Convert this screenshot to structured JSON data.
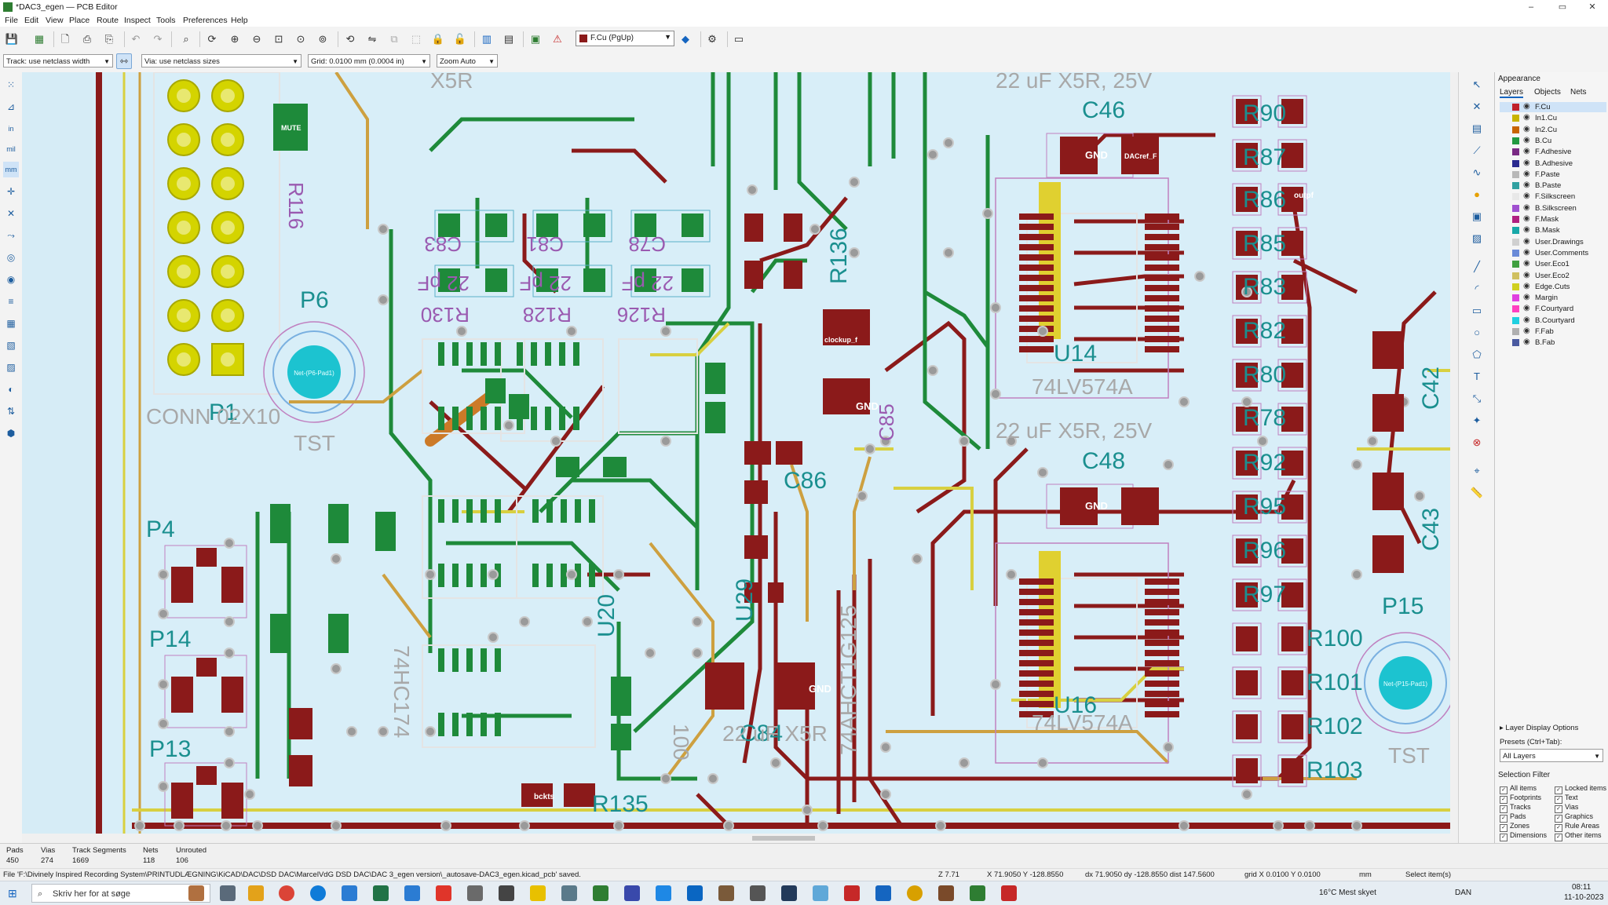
{
  "window": {
    "title": "*DAC3_egen — PCB Editor",
    "minimize": "–",
    "maximize": "▭",
    "close": "✕"
  },
  "menu": [
    "File",
    "Edit",
    "View",
    "Place",
    "Route",
    "Inspect",
    "Tools",
    "Preferences",
    "Help"
  ],
  "toolbar": {
    "active_layer": "F.Cu (PgUp)",
    "track_width": "Track: use netclass width",
    "via_size": "Via: use netclass sizes",
    "grid": "Grid: 0.0100 mm (0.0004 in)",
    "zoom": "Zoom Auto"
  },
  "left_tools": {
    "mm_label": "mm",
    "mil_label": "mil",
    "in_label": "in"
  },
  "board": {
    "silk_labels": [
      "C46",
      "C48",
      "R90",
      "R87",
      "R86",
      "R85",
      "R83",
      "R82",
      "R80",
      "R78",
      "R92",
      "R95",
      "R96",
      "R97",
      "R100",
      "R101",
      "R102",
      "R103",
      "P15",
      "P6",
      "P4",
      "P14",
      "P13",
      "P1",
      "U14",
      "U16",
      "R135",
      "C84",
      "C86",
      "U29",
      "U20",
      "R136",
      "C42",
      "C43",
      "TST",
      "TST"
    ],
    "fab_labels": [
      "74LV574A",
      "74LV574A",
      "22 uF X5R, 25V",
      "22 uF X5R, 25V",
      "CONN 02X10",
      "74AHCT1G125",
      "74HC174",
      "22 uF X5R",
      "100",
      "C85",
      "C83",
      "C81",
      "C78",
      "R130",
      "R128",
      "R126",
      "X5R",
      "22 pF",
      "22 pF",
      "22 pF",
      "R116"
    ],
    "pad_labels": [
      "GND",
      "GND",
      "GND",
      "GND",
      "outpf",
      "bckts",
      "clockup_f",
      "Net-(P6-Pad1)",
      "Net-(P15-Pad1)",
      "DACref_F",
      "MUTE"
    ]
  },
  "appearance": {
    "title": "Appearance",
    "tabs": [
      "Layers",
      "Objects",
      "Nets"
    ],
    "layers": [
      {
        "name": "F.Cu",
        "color": "#c0202a"
      },
      {
        "name": "In1.Cu",
        "color": "#c8b400"
      },
      {
        "name": "In2.Cu",
        "color": "#c86400"
      },
      {
        "name": "B.Cu",
        "color": "#229940"
      },
      {
        "name": "F.Adhesive",
        "color": "#7a2a84"
      },
      {
        "name": "B.Adhesive",
        "color": "#2a2a90"
      },
      {
        "name": "F.Paste",
        "color": "#b8b8b8"
      },
      {
        "name": "B.Paste",
        "color": "#30a0a0"
      },
      {
        "name": "F.Silkscreen",
        "color": "#e8e8e8"
      },
      {
        "name": "B.Silkscreen",
        "color": "#a050d0"
      },
      {
        "name": "F.Mask",
        "color": "#b02080"
      },
      {
        "name": "B.Mask",
        "color": "#18a8a8"
      },
      {
        "name": "User.Drawings",
        "color": "#d0d0d0"
      },
      {
        "name": "User.Comments",
        "color": "#6a8ad8"
      },
      {
        "name": "User.Eco1",
        "color": "#40a040"
      },
      {
        "name": "User.Eco2",
        "color": "#d0c060"
      },
      {
        "name": "Edge.Cuts",
        "color": "#d0d020"
      },
      {
        "name": "Margin",
        "color": "#e040e0"
      },
      {
        "name": "F.Courtyard",
        "color": "#ff40c0"
      },
      {
        "name": "B.Courtyard",
        "color": "#20d0e0"
      },
      {
        "name": "F.Fab",
        "color": "#b0b0b0"
      },
      {
        "name": "B.Fab",
        "color": "#4a5aa0"
      }
    ],
    "layer_display_options": "▸ Layer Display Options",
    "presets_label": "Presets (Ctrl+Tab):",
    "presets_value": "All Layers",
    "selection_filter_title": "Selection Filter",
    "selection_filter": [
      "All items",
      "Locked items",
      "Footprints",
      "Text",
      "Tracks",
      "Vias",
      "Pads",
      "Graphics",
      "Zones",
      "Rule Areas",
      "Dimensions",
      "Other items"
    ]
  },
  "stats": [
    {
      "label": "Pads",
      "value": "450"
    },
    {
      "label": "Vias",
      "value": "274"
    },
    {
      "label": "Track Segments",
      "value": "1669"
    },
    {
      "label": "Nets",
      "value": "118"
    },
    {
      "label": "Unrouted",
      "value": "106"
    }
  ],
  "status": {
    "message": "File 'F:\\Divinely Inspired Recording System\\PRINTUDLÆGNING\\KiCAD\\DAC\\DSD DAC\\MarcelVdG DSD DAC\\DAC 3_egen version\\_autosave-DAC3_egen.kicad_pcb' saved.",
    "zoom": "Z 7.71",
    "cursor": "X 71.9050  Y -128.8550",
    "delta": "dx 71.9050  dy -128.8550  dist 147.5600",
    "grid": "grid X 0.0100  Y 0.0100",
    "units": "mm",
    "mode": "Select item(s)"
  },
  "taskbar": {
    "search_placeholder": "Skriv her for at søge",
    "weather": "16°C  Mest skyet",
    "lang": "DAN",
    "time": "08:11",
    "date": "11-10-2023"
  }
}
